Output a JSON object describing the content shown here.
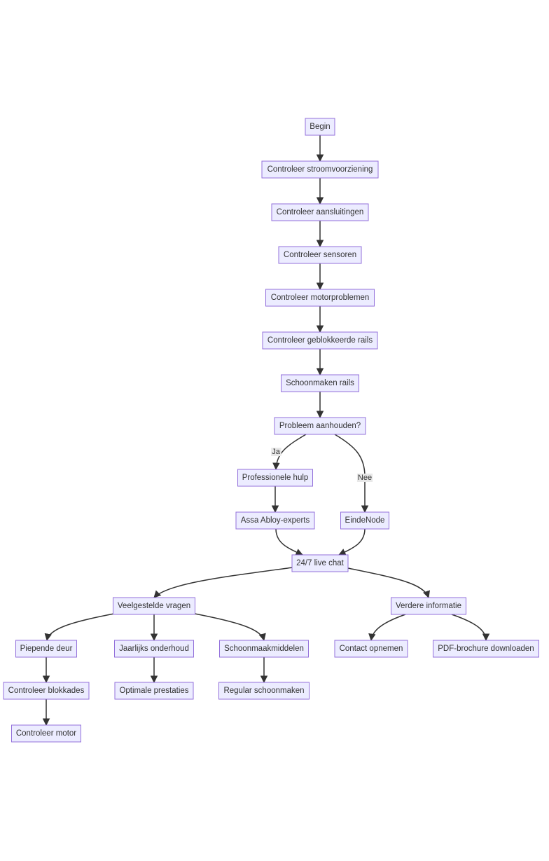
{
  "diagram": {
    "type": "flowchart",
    "nodes": [
      {
        "id": "begin",
        "label": "Begin"
      },
      {
        "id": "stroom",
        "label": "Controleer stroomvoorziening"
      },
      {
        "id": "aansluit",
        "label": "Controleer aansluitingen"
      },
      {
        "id": "sensoren",
        "label": "Controleer sensoren"
      },
      {
        "id": "motorprob",
        "label": "Controleer motorproblemen"
      },
      {
        "id": "geblok",
        "label": "Controleer geblokkeerde rails"
      },
      {
        "id": "schoonrails",
        "label": "Schoonmaken rails"
      },
      {
        "id": "probleem",
        "label": "Probleem aanhouden?"
      },
      {
        "id": "profhulp",
        "label": "Professionele hulp"
      },
      {
        "id": "assa",
        "label": "Assa Abloy-experts"
      },
      {
        "id": "einde",
        "label": "EindeNode"
      },
      {
        "id": "chat",
        "label": "24/7 live chat"
      },
      {
        "id": "faq",
        "label": "Veelgestelde vragen"
      },
      {
        "id": "verdere",
        "label": "Verdere informatie"
      },
      {
        "id": "piepend",
        "label": "Piepende deur"
      },
      {
        "id": "jaarlijks",
        "label": "Jaarlijks onderhoud"
      },
      {
        "id": "schoonmiddel",
        "label": "Schoonmaakmiddelen"
      },
      {
        "id": "contact",
        "label": "Contact opnemen"
      },
      {
        "id": "pdf",
        "label": "PDF-brochure downloaden"
      },
      {
        "id": "blokkades",
        "label": "Controleer blokkades"
      },
      {
        "id": "optimaal",
        "label": "Optimale prestaties"
      },
      {
        "id": "regular",
        "label": "Regular schoonmaken"
      },
      {
        "id": "motor",
        "label": "Controleer motor"
      }
    ],
    "edges": [
      {
        "from": "begin",
        "to": "stroom",
        "label": ""
      },
      {
        "from": "stroom",
        "to": "aansluit",
        "label": ""
      },
      {
        "from": "aansluit",
        "to": "sensoren",
        "label": ""
      },
      {
        "from": "sensoren",
        "to": "motorprob",
        "label": ""
      },
      {
        "from": "motorprob",
        "to": "geblok",
        "label": ""
      },
      {
        "from": "geblok",
        "to": "schoonrails",
        "label": ""
      },
      {
        "from": "schoonrails",
        "to": "probleem",
        "label": ""
      },
      {
        "from": "probleem",
        "to": "profhulp",
        "label": "Ja"
      },
      {
        "from": "probleem",
        "to": "einde",
        "label": "Nee"
      },
      {
        "from": "profhulp",
        "to": "assa",
        "label": ""
      },
      {
        "from": "assa",
        "to": "chat",
        "label": ""
      },
      {
        "from": "einde",
        "to": "chat",
        "label": ""
      },
      {
        "from": "chat",
        "to": "faq",
        "label": ""
      },
      {
        "from": "chat",
        "to": "verdere",
        "label": ""
      },
      {
        "from": "faq",
        "to": "piepend",
        "label": ""
      },
      {
        "from": "faq",
        "to": "jaarlijks",
        "label": ""
      },
      {
        "from": "faq",
        "to": "schoonmiddel",
        "label": ""
      },
      {
        "from": "verdere",
        "to": "contact",
        "label": ""
      },
      {
        "from": "verdere",
        "to": "pdf",
        "label": ""
      },
      {
        "from": "piepend",
        "to": "blokkades",
        "label": ""
      },
      {
        "from": "jaarlijks",
        "to": "optimaal",
        "label": ""
      },
      {
        "from": "schoonmiddel",
        "to": "regular",
        "label": ""
      },
      {
        "from": "blokkades",
        "to": "motor",
        "label": ""
      }
    ]
  }
}
